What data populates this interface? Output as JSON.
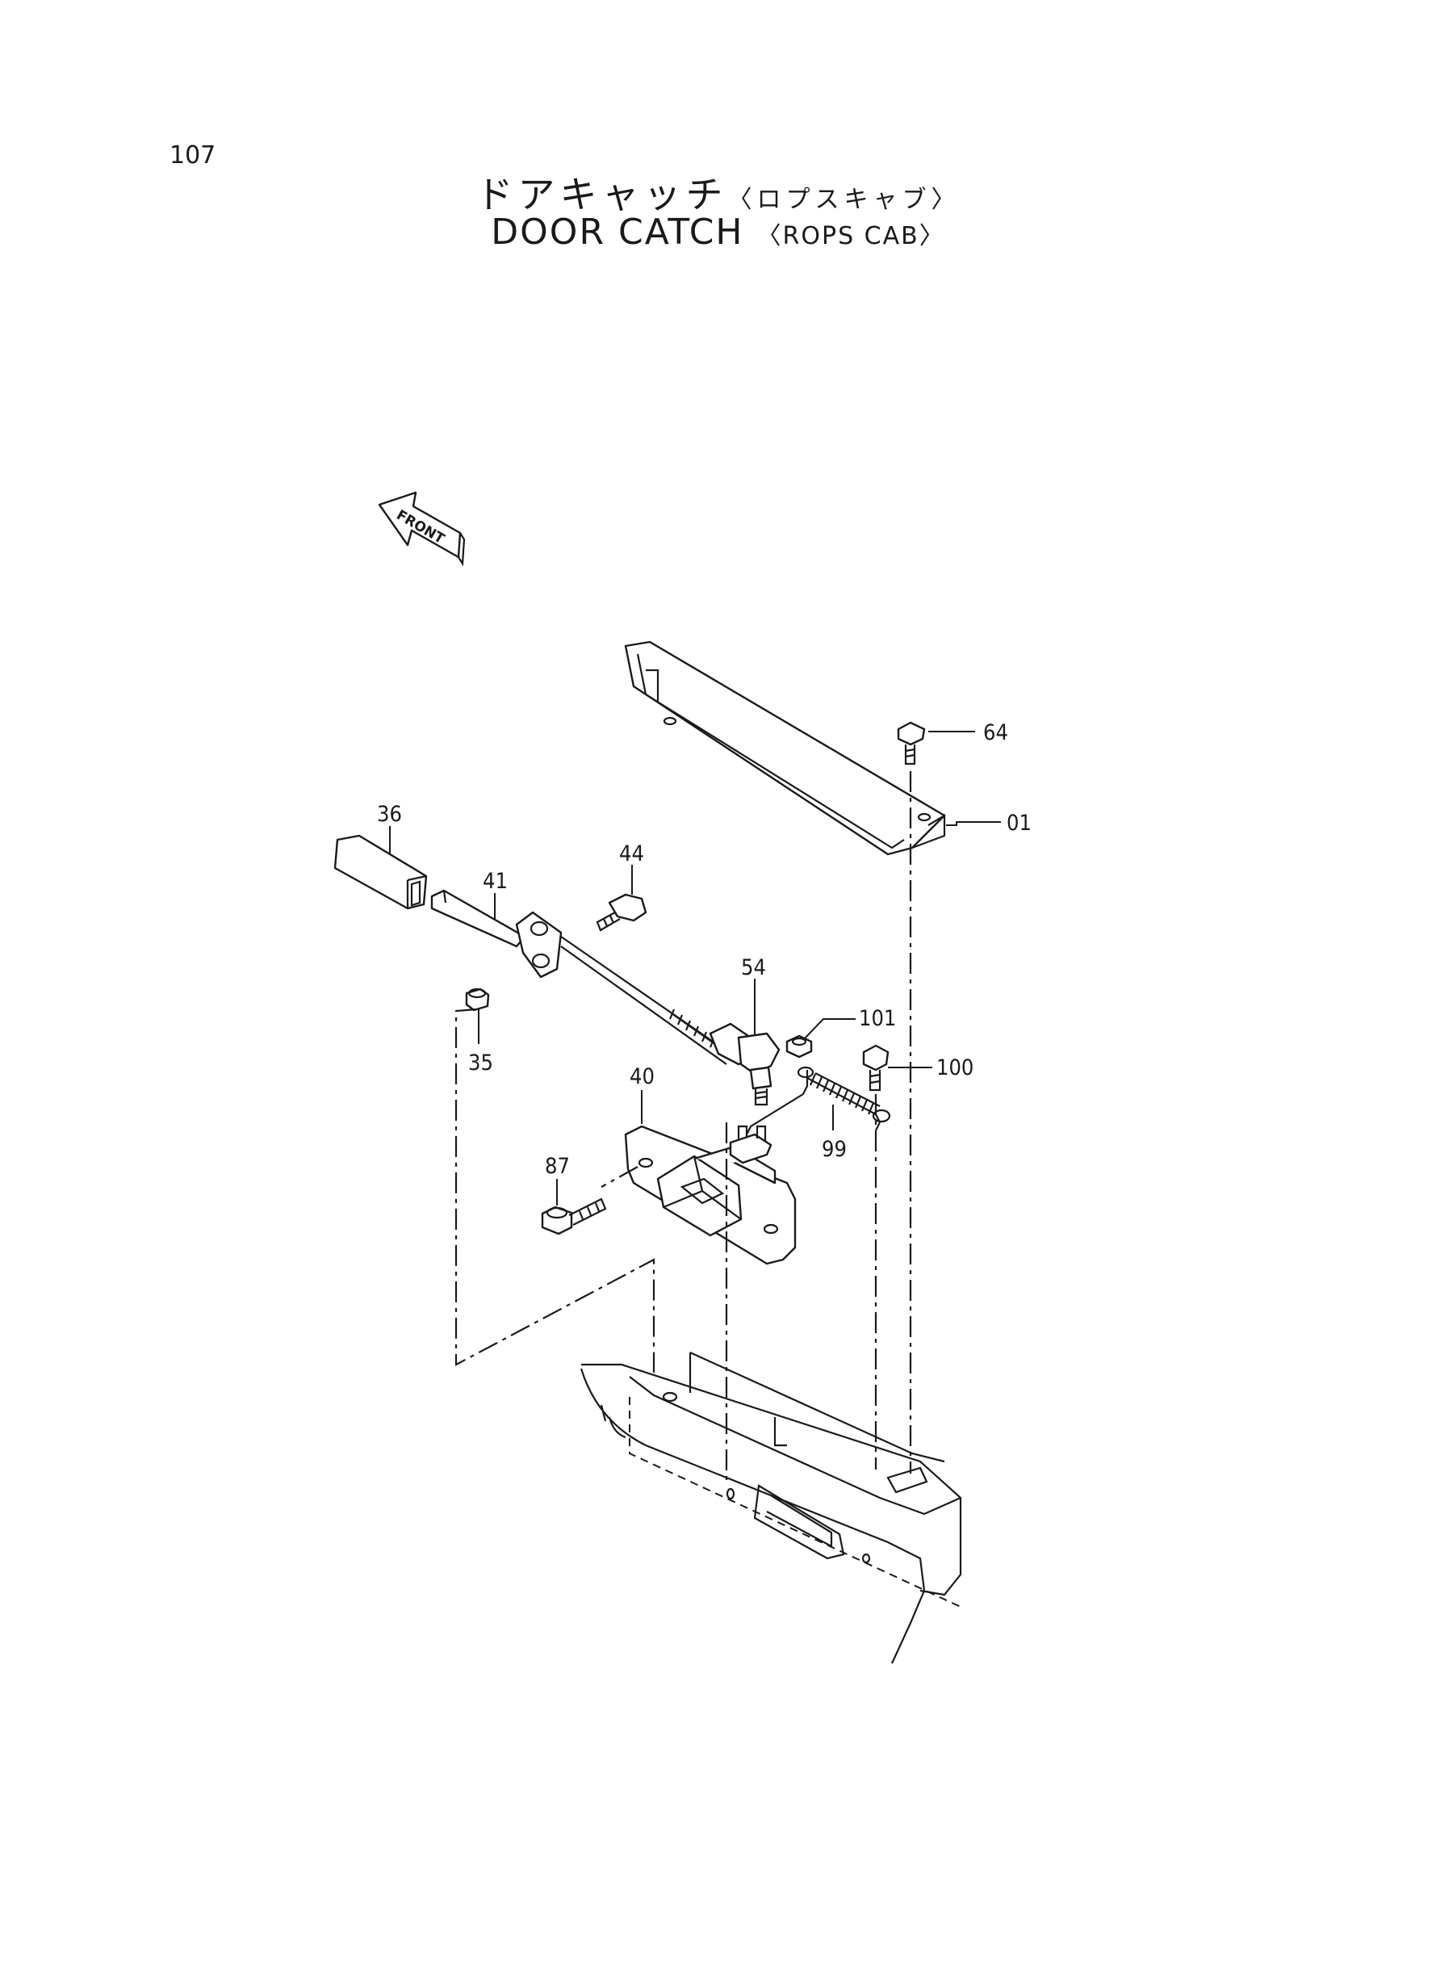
{
  "page_number": "107",
  "title_jp": "ドアキャッチ",
  "title_jp_sub": "〈ロプスキャブ〉",
  "title_en": "DOOR CATCH",
  "title_en_sub": "〈ROPS CAB〉",
  "front_label": "FRONT",
  "callouts": {
    "c01": "01",
    "c35": "35",
    "c36": "36",
    "c40": "40",
    "c41": "41",
    "c44": "44",
    "c54": "54",
    "c64": "64",
    "c87": "87",
    "c99": "99",
    "c100": "100",
    "c101": "101"
  }
}
